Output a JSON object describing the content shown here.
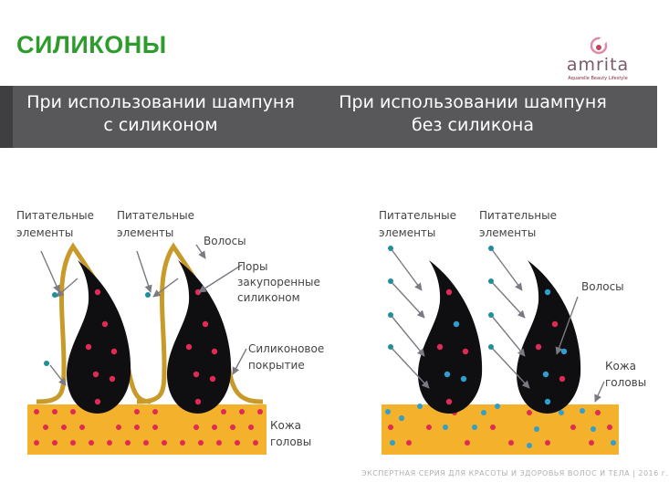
{
  "slide": {
    "title": "СИЛИКОНЫ"
  },
  "logo": {
    "name": "amrita",
    "tagline": "Aquarelle Beauty Lifestyle"
  },
  "panels": {
    "left": {
      "heading_line1": "При использовании шампуня",
      "heading_line2": "с силиконом"
    },
    "right": {
      "heading_line1": "При использовании шампуня",
      "heading_line2": "без силикона"
    }
  },
  "labels": {
    "nutrients_1": [
      "Питательные",
      "элементы"
    ],
    "nutrients_2": [
      "Питательные",
      "элементы"
    ],
    "hair_left": "Волосы",
    "pores": [
      "Поры",
      "закупоренные",
      "силиконом"
    ],
    "coating": [
      "Силиконовое",
      "покрытие"
    ],
    "scalp_left": [
      "Кожа",
      "головы"
    ],
    "nutrients_3": [
      "Питательные",
      "элементы"
    ],
    "nutrients_4": [
      "Питательные",
      "элементы"
    ],
    "hair_right": "Волосы",
    "scalp_right": [
      "Кожа",
      "головы"
    ]
  },
  "footer": {
    "text": "ЭКСПЕРТНАЯ СЕРИЯ ДЛЯ КРАСОТЫ И ЗДОРОВЬЯ ВОЛОС И ТЕЛА | 2016 г."
  },
  "colors": {
    "title": "#2d9c2d",
    "banner": "#58585a",
    "hair": "#0f0f12",
    "scalp": "#f4b12c",
    "silicone_coating": "#c89a2a",
    "dot_red": "#e02b55",
    "dot_blue": "#2e9fcf",
    "nutrient_teal": "#1f8f9c",
    "arrow": "#7a7a82"
  }
}
